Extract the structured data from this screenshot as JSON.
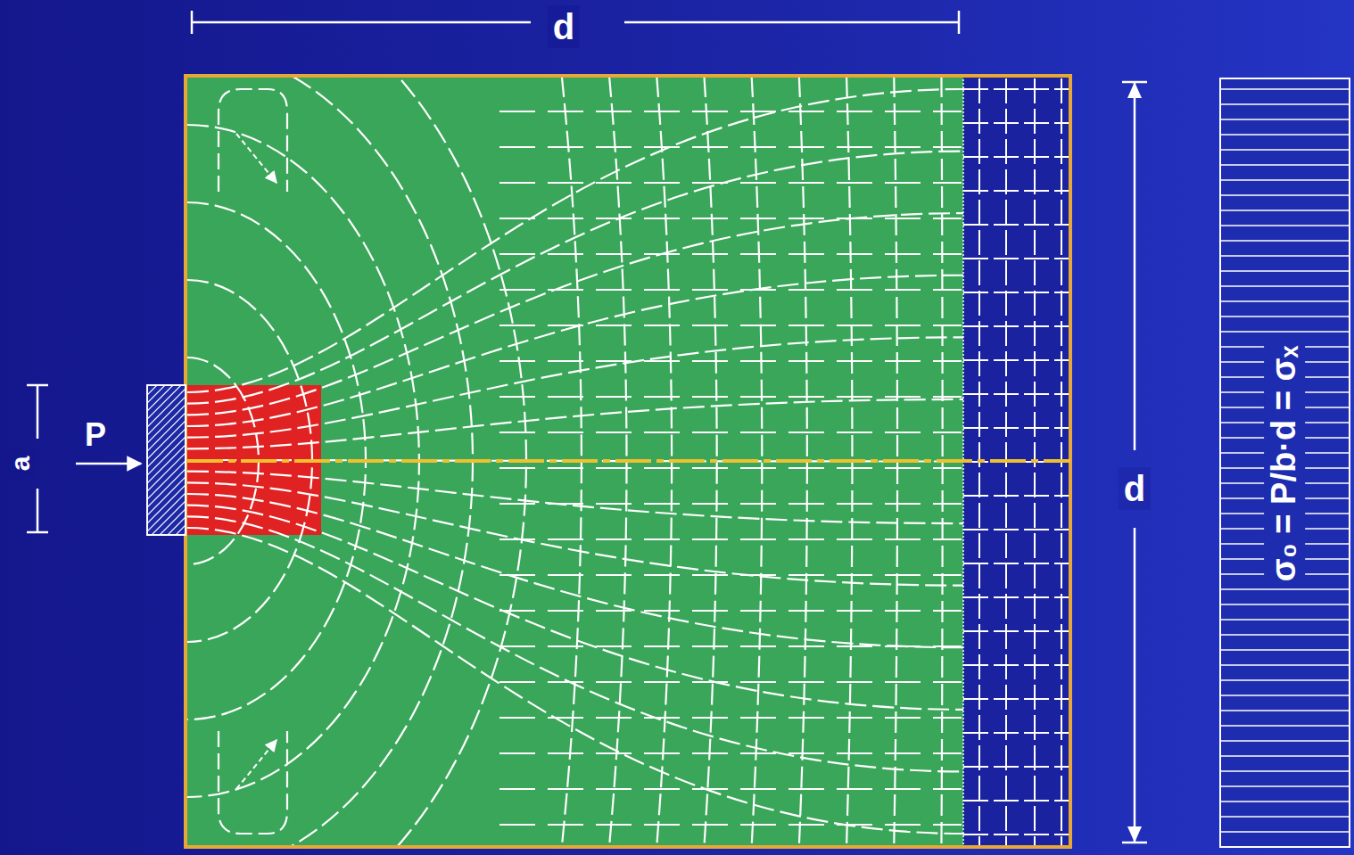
{
  "diagram": {
    "labels": [
      "d",
      "d",
      "a",
      "P",
      "σ₀ = P/b·d = σₓ"
    ]
  }
}
